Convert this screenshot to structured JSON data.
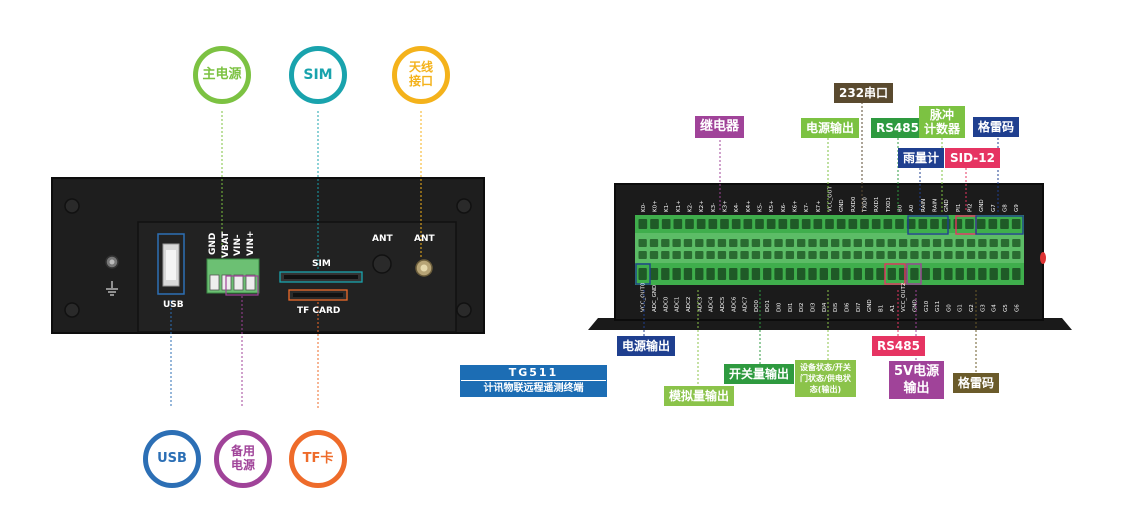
{
  "left_device": {
    "callouts_top": {
      "main_power": "主电源",
      "sim": "SIM",
      "antenna": [
        "天线",
        "接口"
      ]
    },
    "callouts_bottom": {
      "usb": "USB",
      "backup_power": [
        "备用",
        "电源"
      ],
      "tf": "TF卡"
    },
    "panel_labels": {
      "usb": "USB",
      "sim": "SIM",
      "tf_card": "TF CARD",
      "ant1": "ANT",
      "ant2": "ANT",
      "gnd": "GND",
      "vbat": "VBAT",
      "vin_minus": "VIN-",
      "vin_plus": "VIN+"
    },
    "colors": {
      "main_power": "#7cc242",
      "sim": "#19a3ad",
      "antenna": "#f4b21b",
      "usb": "#2c6fb5",
      "backup_power": "#a04399",
      "tf": "#ee6b2a"
    }
  },
  "right_device": {
    "tags": {
      "relay": "继电器",
      "power_out_top": "电源输出",
      "serial_232": "232串口",
      "rs485_top": "RS485",
      "pulse_counter": [
        "脉冲",
        "计数器"
      ],
      "gray_code_top": "格雷码",
      "rain_gauge": "雨量计",
      "sid12": "SID-12",
      "power_out_bottom": "电源输出",
      "analog_out": "模拟量输出",
      "switch_out": "开关量输出",
      "device_status": [
        "设备状态/开关",
        "门状态/供电状",
        "态(输出)"
      ],
      "rs485_bottom": "RS485",
      "power_5v": [
        "5V电源",
        "输出"
      ],
      "gray_code_bottom": "格雷码"
    },
    "colors": {
      "relay": "#a04399",
      "power_out_top": "#7cc242",
      "serial_232": "#5a4a2f",
      "rs485_top": "#2e9a3f",
      "pulse_counter": "#7cc242",
      "gray_code_top": "#1f3f8f",
      "rain_gauge": "#1f3f8f",
      "sid12": "#e63462",
      "power_out_bottom": "#1f3f8f",
      "analog_out": "#8bc34a",
      "switch_out": "#2e9a3f",
      "device_status": "#8bc34a",
      "rs485_bottom": "#e63462",
      "power_5v": "#a04399",
      "gray_code_bottom": "#6b5b2a"
    },
    "top_pins": [
      "K0-",
      "K0+",
      "K1-",
      "K1+",
      "K2-",
      "K2+",
      "K3-",
      "K3+",
      "K4-",
      "K4+",
      "K5-",
      "K5+",
      "K6-",
      "K6+",
      "K7-",
      "K7+",
      "VCC_OUT",
      "GND",
      "RXD0",
      "TXD0",
      "RXD1",
      "TXD1",
      "B0",
      "A0",
      "RAIN",
      "RAIN",
      "GND",
      "PI1",
      "PI2",
      "GND",
      "G7",
      "G8",
      "G9"
    ],
    "bottom_pins": [
      "VCC_OUT0",
      "ADC_GND",
      "ADC0",
      "ADC1",
      "ADC2",
      "ADC3",
      "ADC4",
      "ADC5",
      "ADC6",
      "ADC7",
      "DO0",
      "DO1",
      "DI0",
      "DI1",
      "DI2",
      "DI3",
      "DI4",
      "DI5",
      "DI6",
      "DI7",
      "GND",
      "B1",
      "A1",
      "VCC_OUT2",
      "GND",
      "G10",
      "G11",
      "G0",
      "G1",
      "G2",
      "G3",
      "G4",
      "G5",
      "G6"
    ]
  },
  "brand": {
    "model": "TG511",
    "subtitle": "计讯物联远程遥测终端"
  }
}
